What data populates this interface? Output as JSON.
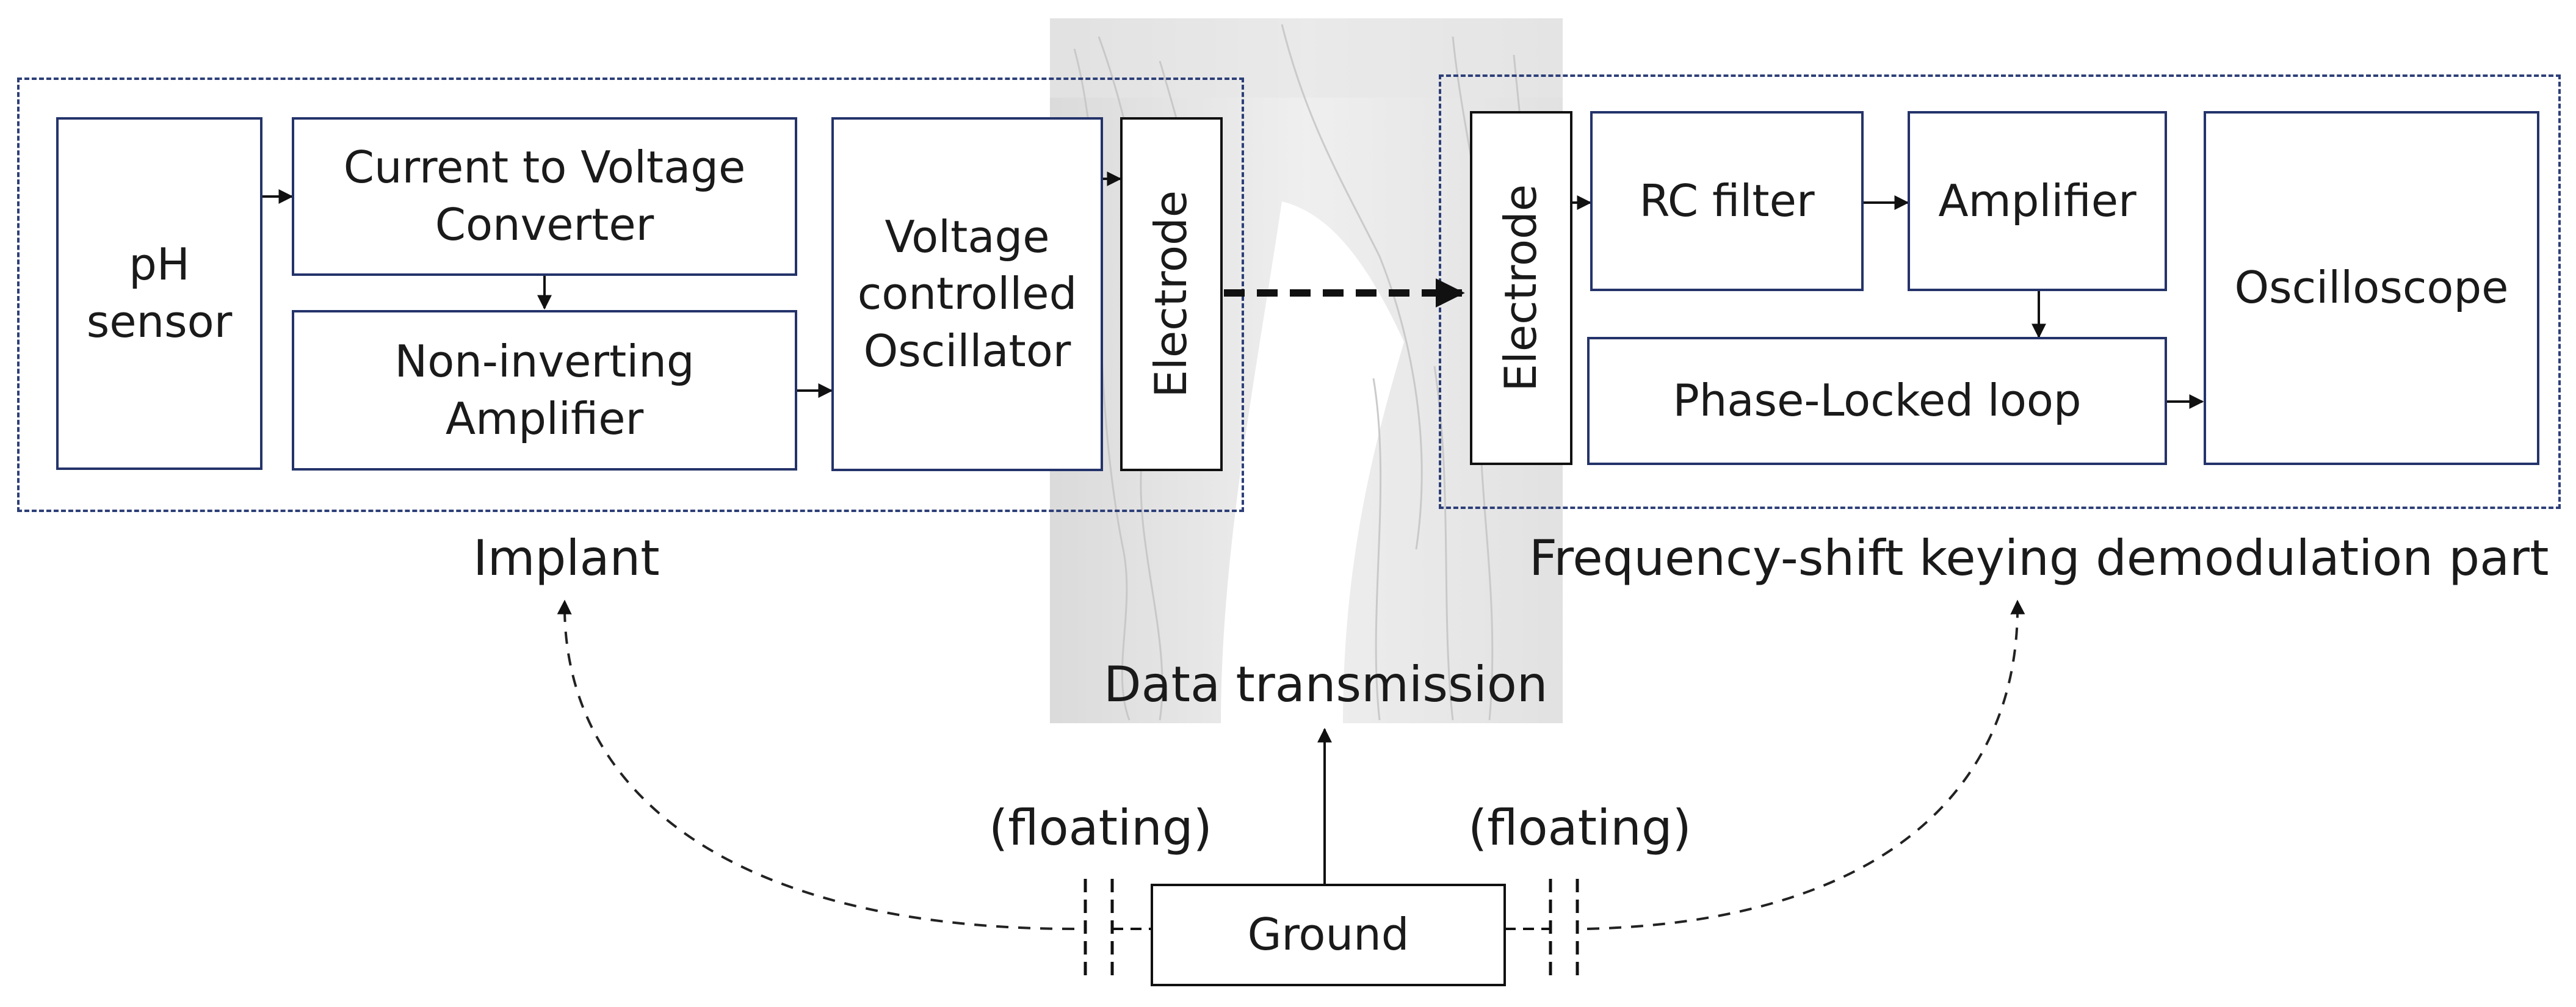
{
  "blocks": {
    "ph_sensor": "pH\nsensor",
    "current_to_voltage": "Current to Voltage\nConverter",
    "non_inverting_amplifier": "Non-inverting\nAmplifier",
    "vco": "Voltage\ncontrolled\nOscillator",
    "implant_electrode": "Electrode",
    "receiver_electrode": "Electrode",
    "rc_filter": "RC filter",
    "amplifier": "Amplifier",
    "pll": "Phase-Locked loop",
    "oscilloscope": "Oscilloscope",
    "ground": "Ground"
  },
  "labels": {
    "implant": "Implant",
    "fsk_part": "Frequency-shift keying demodulation part",
    "data_transmission": "Data transmission",
    "floating_left": "(floating)",
    "floating_right": "(floating)"
  },
  "background_image": "human-arm-anatomy",
  "colors": {
    "box_border": "#24336a",
    "dashed_group": "#2d3f78",
    "arrow": "#111111"
  }
}
